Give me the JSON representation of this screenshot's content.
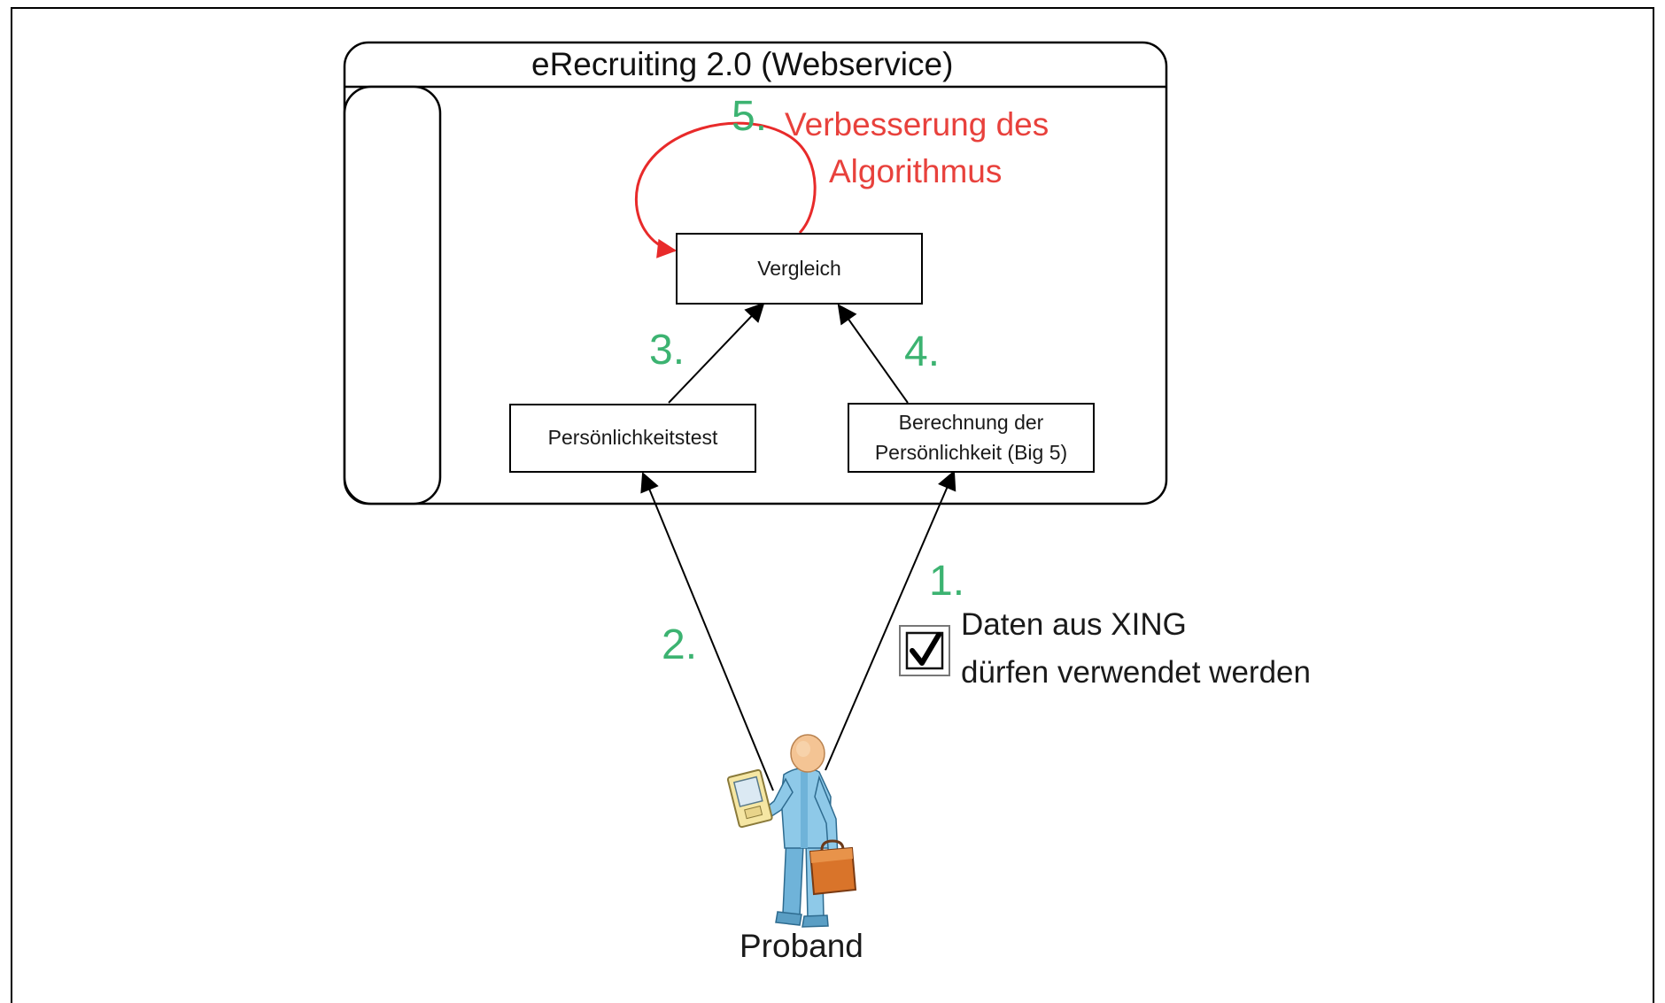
{
  "diagram": {
    "container_title": "eRecruiting 2.0 (Webservice)",
    "nodes": {
      "vergleich": "Vergleich",
      "persoenlichkeitstest": "Persönlichkeitstest",
      "berechnung_line1": "Berechnung der",
      "berechnung_line2": "Persönlichkeit (Big 5)"
    },
    "steps": {
      "s1": "1.",
      "s2": "2.",
      "s3": "3.",
      "s4": "4.",
      "s5": "5."
    },
    "loop_label_line1": "Verbesserung des",
    "loop_label_line2": "Algorithmus",
    "consent_line1": "Daten aus XING",
    "consent_line2": "dürfen verwendet werden",
    "consent_checked": true,
    "actor_label": "Proband",
    "colors": {
      "step_number": "#3cb371",
      "loop_text": "#e8413c",
      "loop_arrow": "#e82a2a",
      "arrows": "#000000"
    },
    "icons": {
      "actor": "person-with-briefcase-and-pda-icon",
      "consent": "checkbox-checked-icon"
    }
  }
}
